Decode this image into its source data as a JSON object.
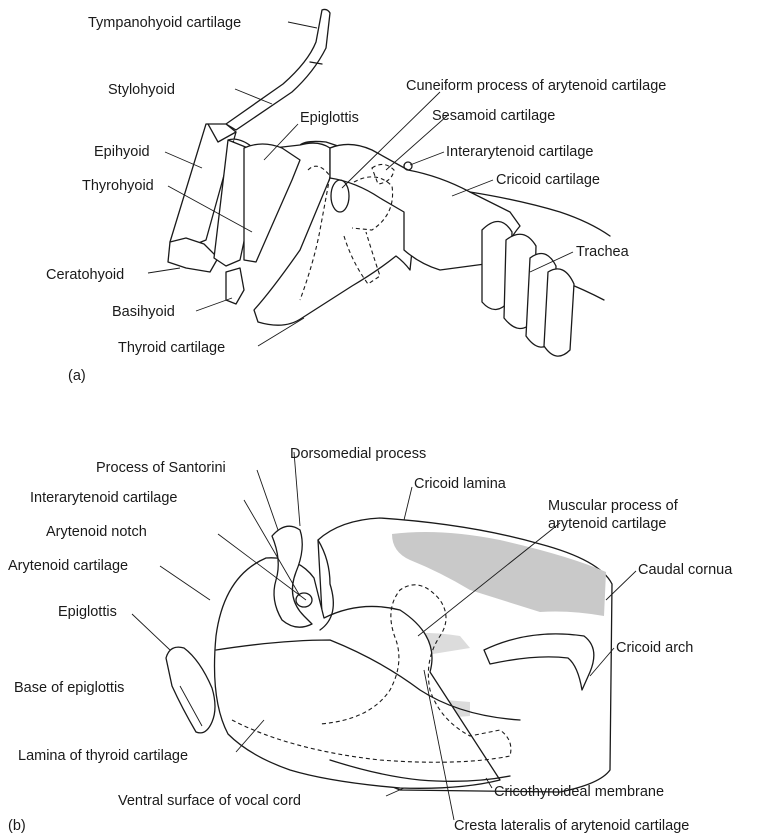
{
  "panel_a": {
    "tag": "(a)",
    "labels": {
      "tympanohyoid": "Tympanohyoid cartilage",
      "stylohyoid": "Stylohyoid",
      "epiglottis": "Epiglottis",
      "cuneiform": "Cuneiform process of arytenoid cartilage",
      "sesamoid": "Sesamoid cartilage",
      "interarytenoid": "Interarytenoid cartilage",
      "epihyoid": "Epihyoid",
      "thyrohyoid": "Thyrohyoid",
      "cricoid": "Cricoid cartilage",
      "trachea": "Trachea",
      "ceratohyoid": "Ceratohyoid",
      "basihyoid": "Basihyoid",
      "thyroid": "Thyroid cartilage"
    }
  },
  "panel_b": {
    "tag": "(b)",
    "labels": {
      "dorsomedial": "Dorsomedial process",
      "santorini": "Process of Santorini",
      "cricoid_lamina": "Cricoid lamina",
      "interarytenoid": "Interarytenoid cartilage",
      "muscular_1": "Muscular process of",
      "muscular_2": "arytenoid cartilage",
      "arytenoid_notch": "Arytenoid notch",
      "arytenoid": "Arytenoid cartilage",
      "caudal_cornua": "Caudal cornua",
      "epiglottis": "Epiglottis",
      "cricoid_arch": "Cricoid arch",
      "base_epiglottis": "Base of epiglottis",
      "lamina_thyroid": "Lamina of thyroid cartilage",
      "cricothyroideal": "Cricothyroideal membrane",
      "ventral_vocal": "Ventral surface of vocal cord",
      "cresta": "Cresta lateralis of arytenoid cartilage"
    }
  }
}
